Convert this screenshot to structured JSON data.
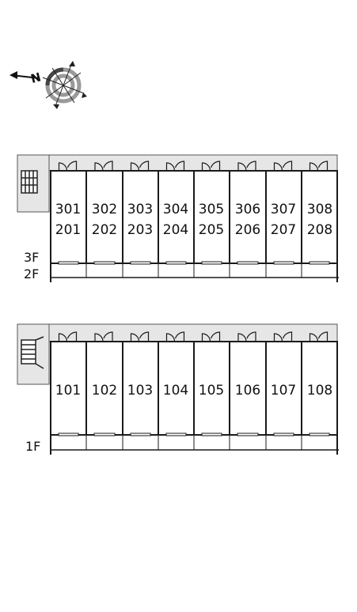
{
  "compass": {
    "north_letter": "N"
  },
  "upper_block": {
    "floor_labels": [
      "3F",
      "2F"
    ],
    "rows": [
      [
        "301",
        "302",
        "303",
        "304",
        "305",
        "306",
        "307",
        "308"
      ],
      [
        "201",
        "202",
        "203",
        "204",
        "205",
        "206",
        "207",
        "208"
      ]
    ]
  },
  "lower_block": {
    "floor_labels": [
      "1F"
    ],
    "rows": [
      [
        "101",
        "102",
        "103",
        "104",
        "105",
        "106",
        "107",
        "108"
      ]
    ]
  },
  "colors": {
    "corridor": "#e6e6e6",
    "line": "#1a1a1a",
    "compass_ring": "#9a9a9a"
  }
}
